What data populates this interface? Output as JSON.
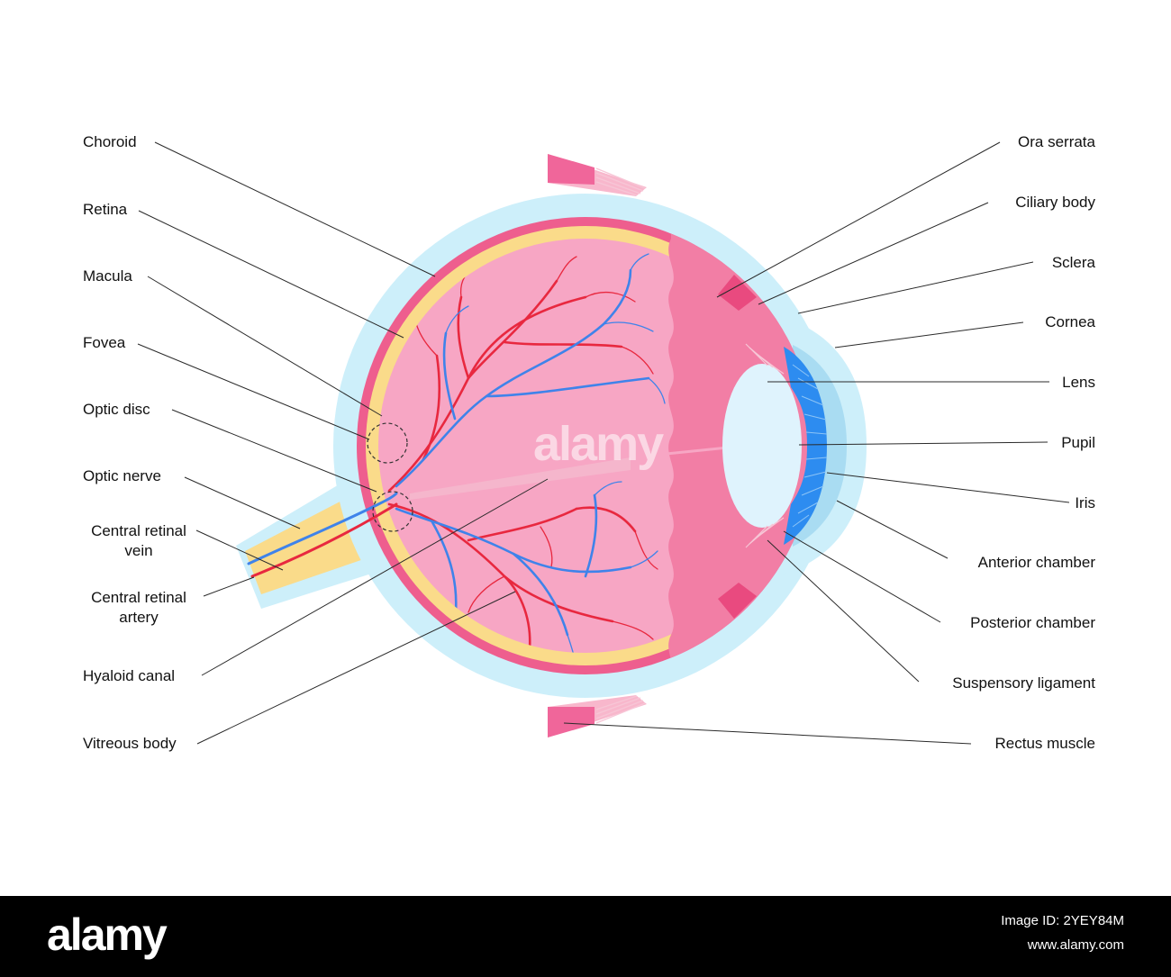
{
  "labels_left": [
    {
      "id": "choroid",
      "text": "Choroid"
    },
    {
      "id": "retina",
      "text": "Retina"
    },
    {
      "id": "macula",
      "text": "Macula"
    },
    {
      "id": "fovea",
      "text": "Fovea"
    },
    {
      "id": "optic-disc",
      "text": "Optic disc"
    },
    {
      "id": "optic-nerve",
      "text": "Optic nerve"
    },
    {
      "id": "central-retinal-vein",
      "text": "Central retinal\nvein"
    },
    {
      "id": "central-retinal-artery",
      "text": "Central retinal\nartery"
    },
    {
      "id": "hyaloid-canal",
      "text": "Hyaloid canal"
    },
    {
      "id": "vitreous-body",
      "text": "Vitreous body"
    }
  ],
  "labels_right": [
    {
      "id": "ora-serrata",
      "text": "Ora serrata"
    },
    {
      "id": "ciliary-body",
      "text": "Ciliary body"
    },
    {
      "id": "sclera",
      "text": "Sclera"
    },
    {
      "id": "cornea",
      "text": "Cornea"
    },
    {
      "id": "lens",
      "text": "Lens"
    },
    {
      "id": "pupil",
      "text": "Pupil"
    },
    {
      "id": "iris",
      "text": "Iris"
    },
    {
      "id": "anterior-chamber",
      "text": "Anterior chamber"
    },
    {
      "id": "posterior-chamber",
      "text": "Posterior chamber"
    },
    {
      "id": "suspensory-ligament",
      "text": "Suspensory ligament"
    },
    {
      "id": "rectus-muscle",
      "text": "Rectus muscle"
    }
  ],
  "colors": {
    "sclera": "#cdeffa",
    "choroid": "#ee5e8e",
    "retina": "#fadb8a",
    "vitreous": "#f7a6c4",
    "ciliary": "#f27ea5",
    "lens": "#dff3fd",
    "iris": "#2d8cf0",
    "artery": "#e8283f",
    "vein": "#3f83ea",
    "muscle": "#f0669a",
    "leader": "#2a2a2a"
  },
  "footer": {
    "logo": "alamy",
    "image_id": "Image ID: 2YEY84M",
    "site": "www.alamy.com"
  },
  "watermark": "alamy"
}
